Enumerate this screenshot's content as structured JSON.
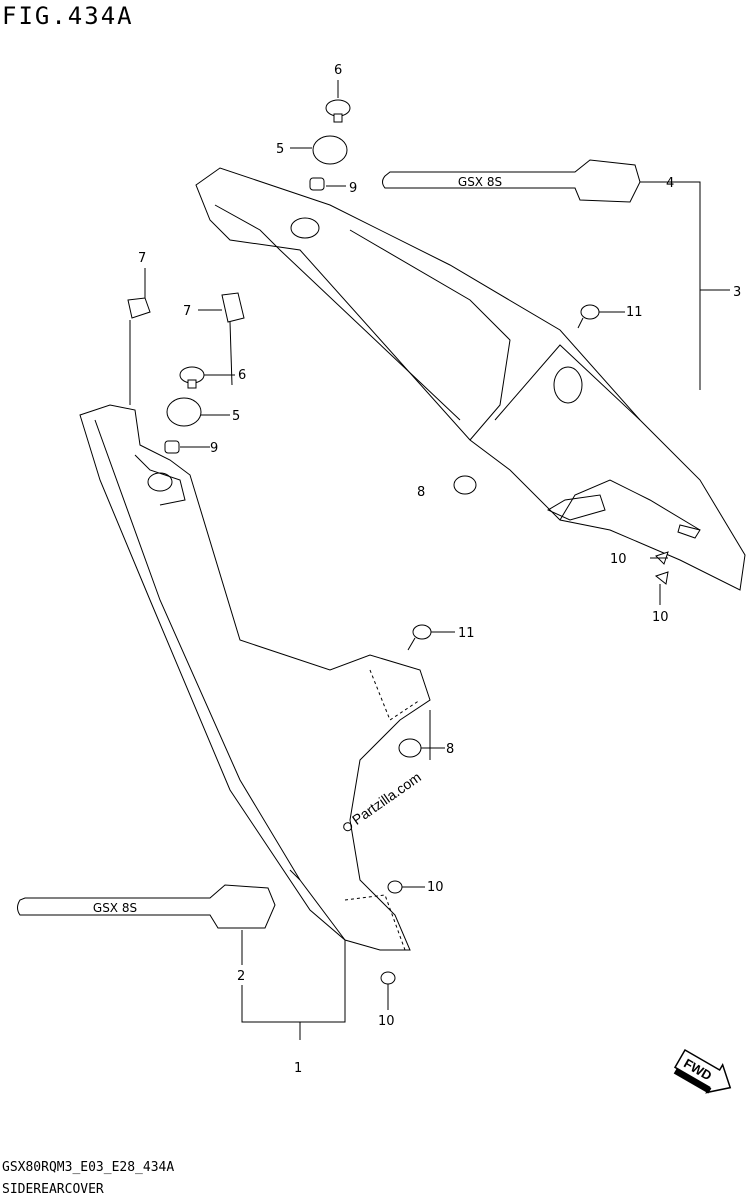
{
  "figure": {
    "title": "FIG.434A",
    "code": "GSX80RQM3_E03_E28_434A",
    "subtitle": "SIDEREARCOVER"
  },
  "callouts": [
    {
      "id": "c1",
      "label": "1"
    },
    {
      "id": "c2",
      "label": "2"
    },
    {
      "id": "c3",
      "label": "3"
    },
    {
      "id": "c4",
      "label": "4"
    },
    {
      "id": "c5a",
      "label": "5"
    },
    {
      "id": "c5b",
      "label": "5"
    },
    {
      "id": "c6a",
      "label": "6"
    },
    {
      "id": "c6b",
      "label": "6"
    },
    {
      "id": "c7a",
      "label": "7"
    },
    {
      "id": "c7b",
      "label": "7"
    },
    {
      "id": "c8a",
      "label": "8"
    },
    {
      "id": "c8b",
      "label": "8"
    },
    {
      "id": "c9a",
      "label": "9"
    },
    {
      "id": "c9b",
      "label": "9"
    },
    {
      "id": "c10a",
      "label": "10"
    },
    {
      "id": "c10b",
      "label": "10"
    },
    {
      "id": "c10c",
      "label": "10"
    },
    {
      "id": "c10d",
      "label": "10"
    },
    {
      "id": "c11a",
      "label": "11"
    },
    {
      "id": "c11b",
      "label": "11"
    }
  ],
  "watermark": "Partzilla.com",
  "emblem_text": "GSX 8S",
  "fwd_label": "FWD",
  "colors": {
    "ink": "#000000",
    "paper": "#ffffff"
  }
}
